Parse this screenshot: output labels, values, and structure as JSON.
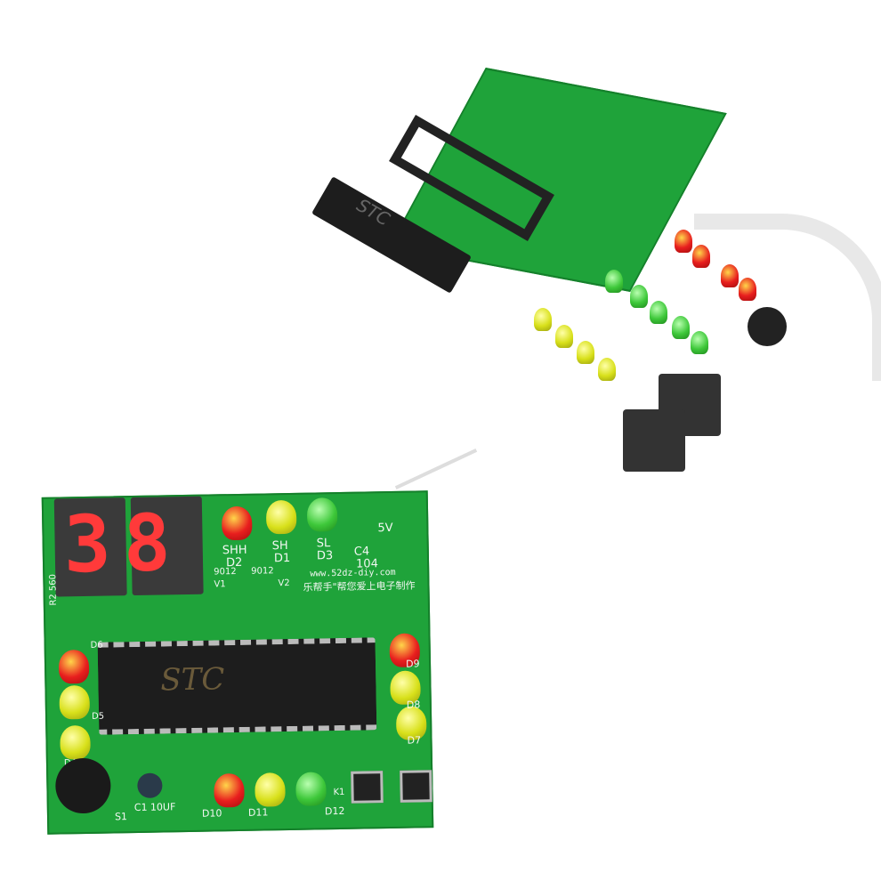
{
  "kit": {
    "chip_logo": "STC"
  },
  "board": {
    "labels": {
      "d2": "SHH",
      "d2n": "D2",
      "d1": "SH",
      "d1n": "D1",
      "d3": "SL",
      "d3n": "D3",
      "c4": "C4",
      "c4v": "104",
      "v5": "5V",
      "url": "www.52dz-diy.com",
      "slogan": "乐帮手\"帮您爱上电子制作",
      "q1": "9012",
      "q1n": "V1",
      "q2": "9012",
      "q2n": "V2",
      "chip": "STC",
      "c1": "C1 10UF",
      "s1": "S1",
      "k1": "K1",
      "d10": "D10",
      "d11": "D11",
      "d12": "D12",
      "d7": "D7",
      "d8": "D8",
      "d9": "D9",
      "d4": "D4",
      "d5": "D5",
      "d6": "D6",
      "r": "R2 560"
    },
    "display_digits": "38"
  },
  "colors": {
    "pcb": "#1fa33a",
    "led_red": "#e81e1e",
    "led_yellow": "#d8e01a",
    "led_green": "#3ec83a"
  }
}
